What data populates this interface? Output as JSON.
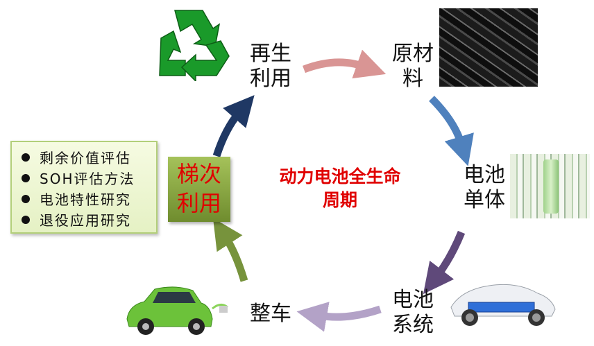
{
  "title": "动力电池全生命周期",
  "title_lines": [
    "动力电池全生命",
    "周期"
  ],
  "nodes": {
    "recycle": [
      "再生",
      "利用"
    ],
    "raw": [
      "原材",
      "料"
    ],
    "cell": [
      "电池",
      "单体"
    ],
    "system": [
      "电池",
      "系统"
    ],
    "vehicle": [
      "整车"
    ],
    "cascade": [
      "梯次",
      "利用"
    ]
  },
  "cascade_items": [
    "剩余价值评估",
    "SOH评估方法",
    "电池特性研究",
    "退役应用研究"
  ],
  "colors": {
    "red": "#e00000",
    "recycle_green": "#1a9a2a",
    "arrow_pink": "#d99594",
    "arrow_blue": "#4f81bd",
    "arrow_purple": "#5f497a",
    "arrow_lavender": "#b3a2c7",
    "arrow_olive": "#77933c",
    "arrow_navy": "#1f3864"
  },
  "icons": [
    "recycle-icon",
    "raw-material-image",
    "battery-cell-image",
    "battery-system-image",
    "electric-car-image"
  ]
}
